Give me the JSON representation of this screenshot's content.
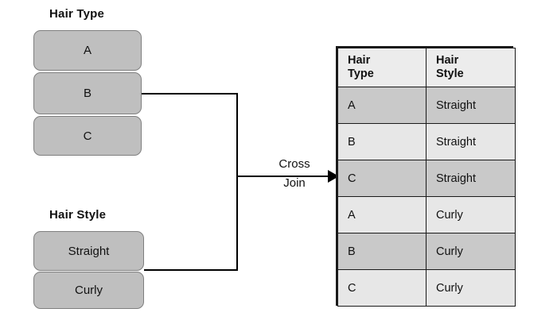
{
  "diagram": {
    "title_hair_type": "Hair Type",
    "title_hair_style": "Hair Style",
    "join_label_line1": "Cross",
    "join_label_line2": "Join",
    "colors": {
      "box_fill": "#BFBFBF",
      "box_border": "#7F7F7F",
      "table_border": "#1A1A1A",
      "header_fill": "#ECECEC",
      "row_dark": "#C9C9C9",
      "row_light": "#E7E7E7",
      "background": "#FFFFFF",
      "text": "#111111"
    }
  },
  "hair_type": {
    "label": "Hair Type",
    "values": [
      "A",
      "B",
      "C"
    ]
  },
  "hair_style": {
    "label": "Hair Style",
    "values": [
      "Straight",
      "Curly"
    ]
  },
  "result": {
    "headers": {
      "col1_line1": "Hair",
      "col1_line2": "Type",
      "col2_line1": "Hair",
      "col2_line2": "Style"
    },
    "rows": [
      {
        "hair_type": "A",
        "hair_style": "Straight",
        "shade": "dark"
      },
      {
        "hair_type": "B",
        "hair_style": "Straight",
        "shade": "light"
      },
      {
        "hair_type": "C",
        "hair_style": "Straight",
        "shade": "dark"
      },
      {
        "hair_type": "A",
        "hair_style": "Curly",
        "shade": "light"
      },
      {
        "hair_type": "B",
        "hair_style": "Curly",
        "shade": "dark"
      },
      {
        "hair_type": "C",
        "hair_style": "Curly",
        "shade": "light"
      }
    ]
  }
}
